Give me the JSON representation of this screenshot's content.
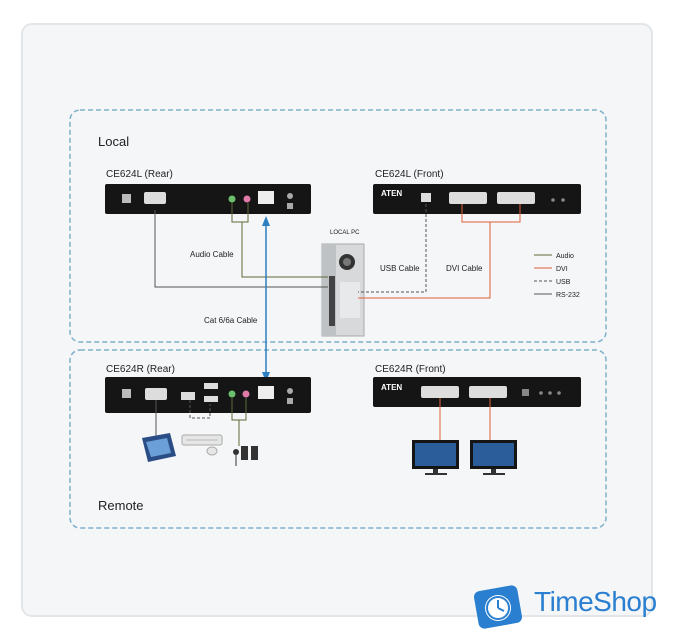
{
  "zones": {
    "local": "Local",
    "remote": "Remote"
  },
  "devices": {
    "local_rear": "CE624L (Rear)",
    "local_front": "CE624L (Front)",
    "remote_rear": "CE624R (Rear)",
    "remote_front": "CE624R (Front)",
    "local_pc": "LOCAL PC",
    "brand": "ATEN"
  },
  "cables": {
    "audio": "Audio Cable",
    "usb": "USB Cable",
    "dvi": "DVI Cable",
    "cat": "Cat 6/6a Cable"
  },
  "legend": {
    "audio": "Audio",
    "dvi": "DVI",
    "usb": "USB",
    "rs232": "RS-232"
  },
  "colors": {
    "audio": "#5b6b3a",
    "dvi": "#e0603a",
    "usb": "#555555",
    "rs232": "#555555",
    "cat": "#2c7fc0",
    "zone_border": "#7fb0cc",
    "device": "#151515"
  },
  "watermark": {
    "text": "TimeShop"
  }
}
